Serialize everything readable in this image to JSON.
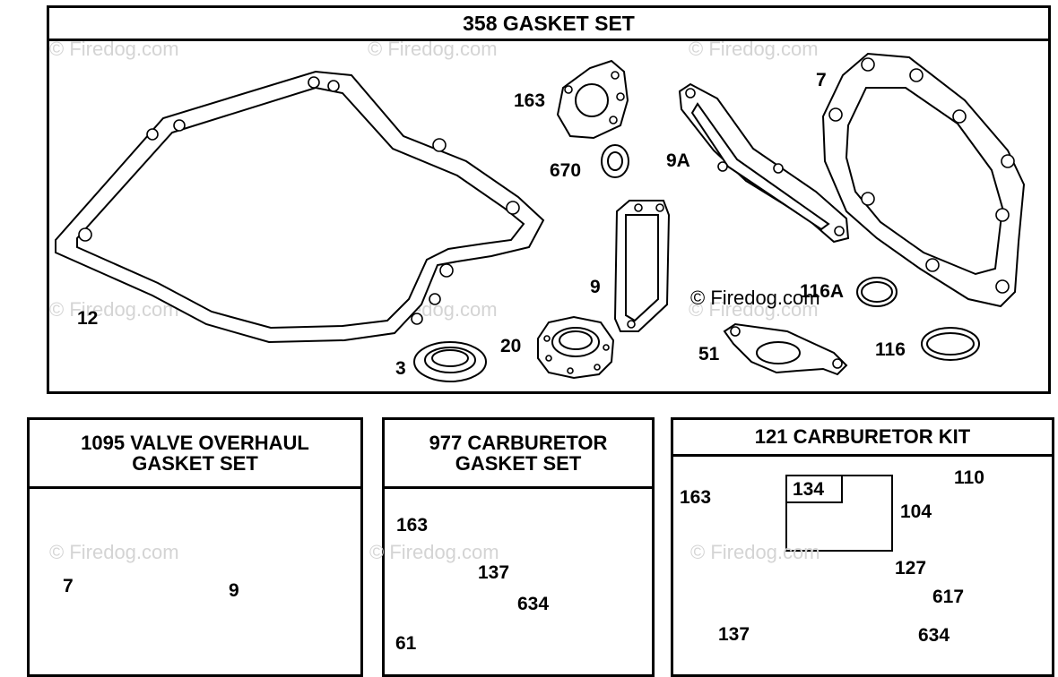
{
  "watermark_text": "© Firedog.com",
  "copyright_text": "© Firedog.com",
  "panels": {
    "gasket_set": {
      "title": "358 GASKET SET",
      "labels": {
        "p163": "163",
        "p670": "670",
        "p9A": "9A",
        "p7": "7",
        "p12": "12",
        "p9": "9",
        "p116A": "116A",
        "p51": "51",
        "p116": "116",
        "p3": "3",
        "p20": "20"
      }
    },
    "valve_overhaul": {
      "title_line1": "1095 VALVE OVERHAUL",
      "title_line2": "GASKET SET",
      "labels": {
        "p7": "7",
        "p9": "9"
      }
    },
    "carb_gasket": {
      "title_line1": "977 CARBURETOR",
      "title_line2": "GASKET SET",
      "labels": {
        "p163": "163",
        "p137": "137",
        "p634": "634",
        "p617": "61"
      }
    },
    "carb_kit": {
      "title": "121 CARBURETOR KIT",
      "labels": {
        "p163": "163",
        "p134": "134",
        "p110": "110",
        "p104": "104",
        "p127": "127",
        "p617": "617",
        "p137": "137",
        "p634": "634"
      }
    }
  }
}
